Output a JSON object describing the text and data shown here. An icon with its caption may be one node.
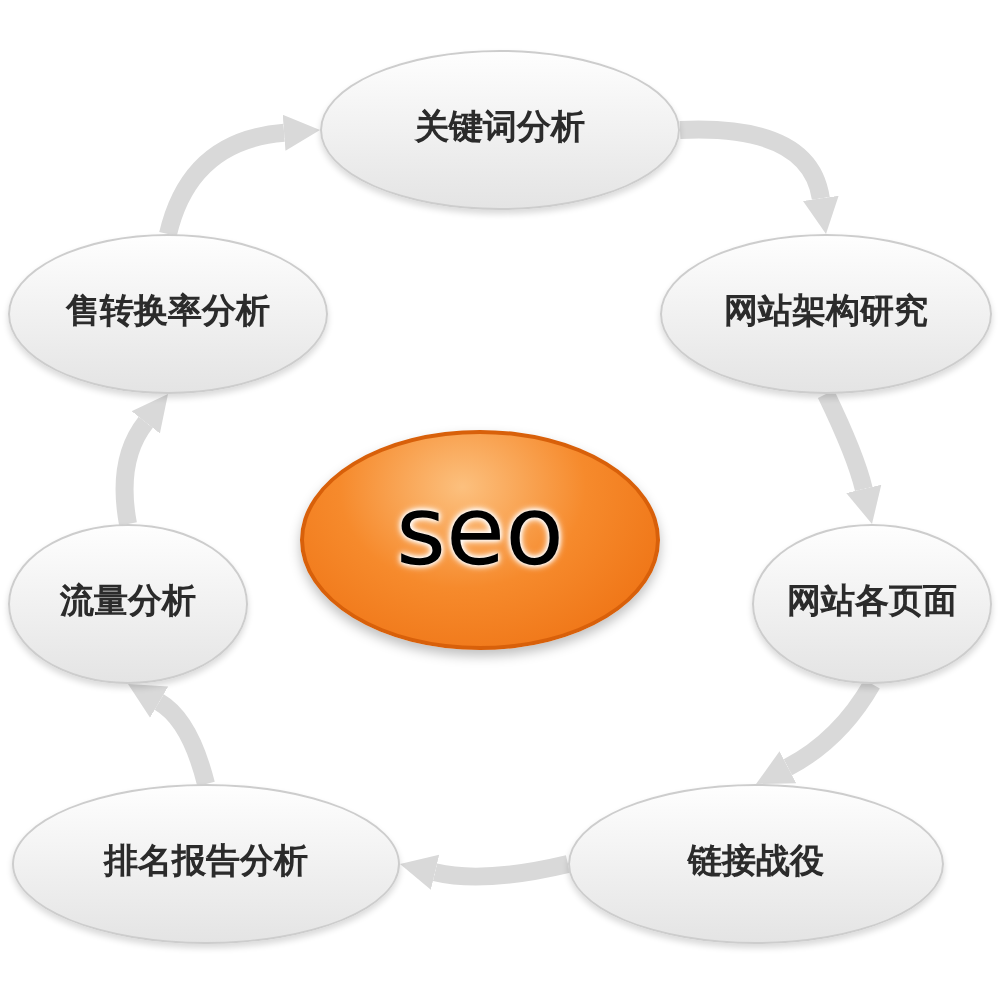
{
  "diagram": {
    "nodes": [
      {
        "text": [
          "关键词分析"
        ]
      },
      {
        "text": [
          "售转换率分析"
        ]
      },
      {
        "text": [
          "网站架构研究"
        ]
      },
      {
        "text": [
          "seo"
        ]
      },
      {
        "text": [
          "流量分析"
        ]
      },
      {
        "text": [
          "网站各页面"
        ]
      },
      {
        "text": [
          "排名报告分析"
        ]
      },
      {
        "text": [
          "链接战役"
        ]
      }
    ],
    "edges": [
      {
        "from": 0,
        "to": 2,
        "arrow": "to"
      },
      {
        "from": 2,
        "to": 5,
        "arrow": "to"
      },
      {
        "from": 5,
        "to": 7,
        "arrow": "to"
      },
      {
        "from": 7,
        "to": 6,
        "arrow": "to"
      },
      {
        "from": 6,
        "to": 4,
        "arrow": "to"
      },
      {
        "from": 4,
        "to": 1,
        "arrow": "to"
      },
      {
        "from": 1,
        "to": 0,
        "arrow": "to"
      }
    ]
  }
}
